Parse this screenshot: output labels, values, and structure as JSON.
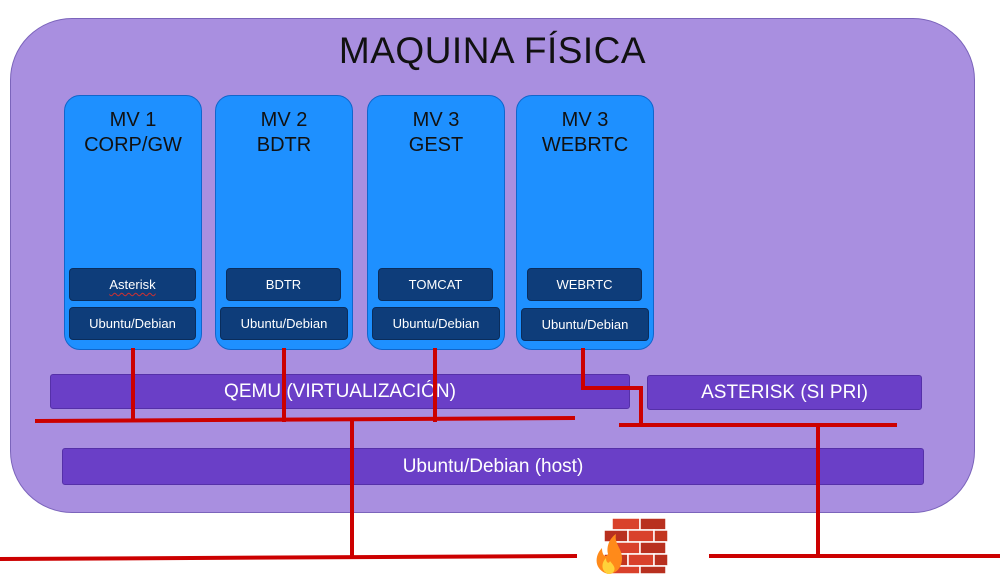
{
  "title": "MAQUINA FÍSICA",
  "vms": [
    {
      "line1": "MV 1",
      "line2": "CORP/GW",
      "app": "Asterisk",
      "os": "Ubuntu/Debian"
    },
    {
      "line1": "MV 2",
      "line2": "BDTR",
      "app": "BDTR",
      "os": "Ubuntu/Debian"
    },
    {
      "line1": "MV 3",
      "line2": "GEST",
      "app": "TOMCAT",
      "os": "Ubuntu/Debian"
    },
    {
      "line1": "MV 3",
      "line2": "WEBRTC",
      "app": "WEBRTC",
      "os": "Ubuntu/Debian"
    }
  ],
  "qemu_label": "QEMU (VIRTUALIZACIÓN)",
  "asterisk_pri_label": "ASTERISK (SI PRI)",
  "host_os_label": "Ubuntu/Debian (host)",
  "colors": {
    "host_box": "#a98fe0",
    "vm_box": "#1e90ff",
    "chip": "#0e3d7a",
    "bar": "#6a3fc7",
    "network_line": "#cc0000"
  },
  "icons": {
    "firewall": "brick-wall-fire-icon"
  }
}
